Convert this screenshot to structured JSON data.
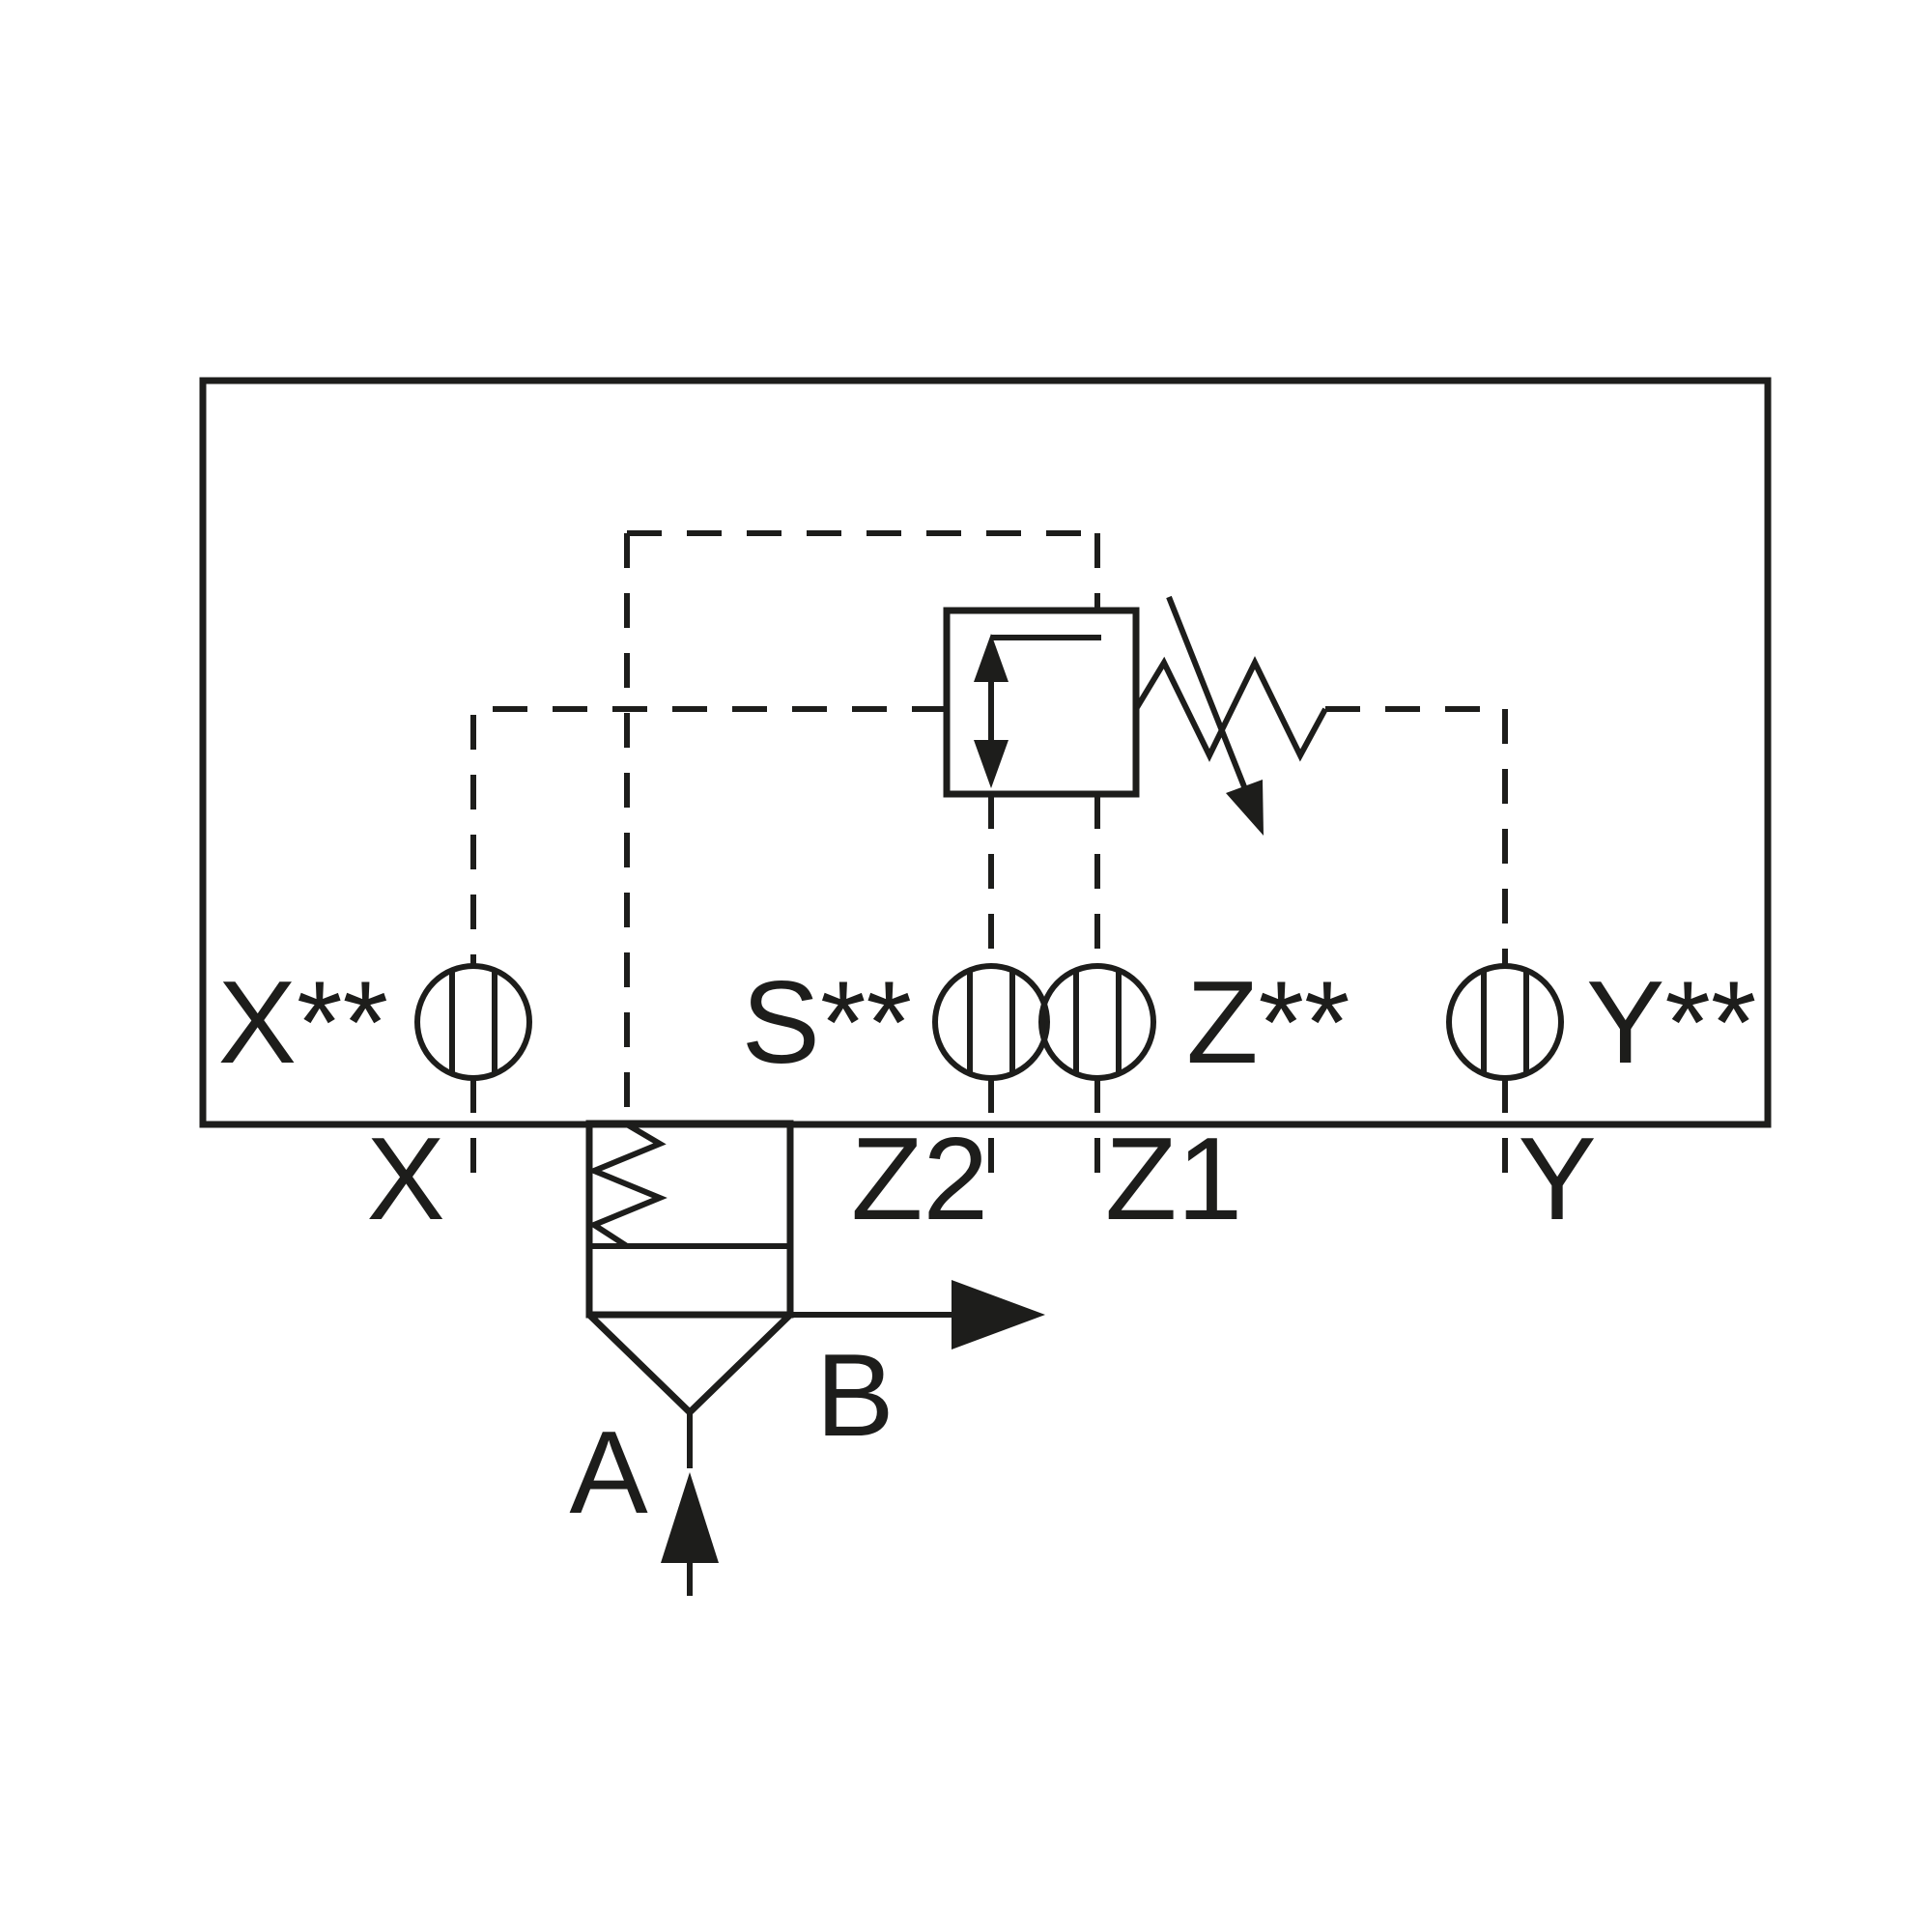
{
  "schematic": {
    "labels": {
      "port_x_plug": "X**",
      "port_s_plug": "S**",
      "port_z_plug": "Z**",
      "port_y_plug": "Y**",
      "port_x": "X",
      "port_z2": "Z2",
      "port_z1": "Z1",
      "port_y": "Y",
      "port_a": "A",
      "port_b": "B"
    },
    "colors": {
      "line": "#1d1d1b",
      "background": "#ffffff"
    }
  }
}
